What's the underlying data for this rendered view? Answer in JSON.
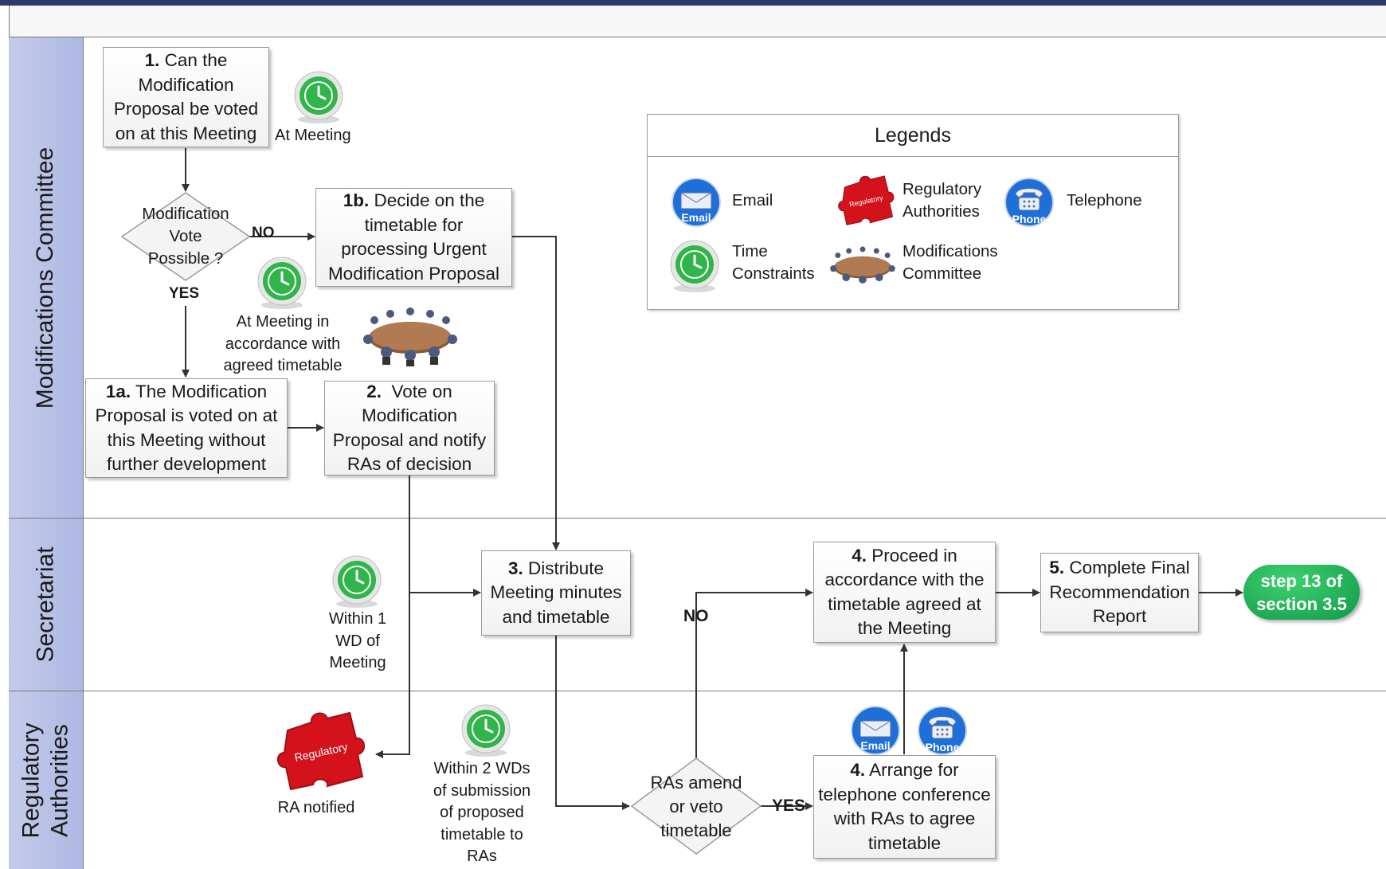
{
  "lanes": {
    "committee": "Modifications Committee",
    "secretariat": "Secretariat",
    "authorities": "Regulatory\nAuthorities"
  },
  "nodes": {
    "n1": {
      "num": "1.",
      "text": " Can the Modification Proposal be voted on at this Meeting"
    },
    "n1a": {
      "num": "1a.",
      "text": " The Modification Proposal is voted on at this Meeting without further development"
    },
    "n1b": {
      "num": "1b.",
      "text": " Decide on the timetable for processing Urgent Modification Proposal"
    },
    "n2": {
      "num": "2.",
      "text": "  Vote on Modification Proposal and notify RAs of decision"
    },
    "n3": {
      "num": "3.",
      "text": " Distribute Meeting minutes and timetable"
    },
    "n4a": {
      "num": "4.",
      "text": " Proceed in accordance with the timetable agreed at the Meeting"
    },
    "n4b": {
      "num": "4.",
      "text": " Arrange for telephone conference with RAs to agree timetable"
    },
    "n5": {
      "num": "5.",
      "text": " Complete Final Recommendation Report"
    },
    "terminal": "step 13 of\nsection 3.5"
  },
  "decisions": {
    "d1": "Modification\nVote\nPossible ?",
    "d2": "RAs amend\nor veto\ntimetable"
  },
  "edge_labels": {
    "no1": "NO",
    "yes1": "YES",
    "no2": "NO",
    "yes2": "YES"
  },
  "annotations": {
    "at_meeting": "At Meeting",
    "at_meeting_timetable": "At Meeting in\naccordance with\nagreed timetable",
    "within_1wd": "Within 1\nWD of\nMeeting",
    "within_2wd": "Within 2 WDs\nof submission\nof proposed\ntimetable to\nRAs",
    "ra_notified": "RA notified"
  },
  "icon_text": {
    "email": "Email",
    "phone": "Phone",
    "regulatory": "Regulatory"
  },
  "legend": {
    "title": "Legends",
    "email": "Email",
    "regulatory": "Regulatory\nAuthorities",
    "telephone": "Telephone",
    "time": "Time\nConstraints",
    "committee": "Modifications\nCommittee"
  },
  "colors": {
    "lane_fill": "#b5bee5",
    "top_bar": "#2c3b6b",
    "terminal_green": "#19a851",
    "clock_green": "#2fb54a",
    "puzzle_red": "#d4121c",
    "envelope_blue": "#1e6fd9"
  }
}
